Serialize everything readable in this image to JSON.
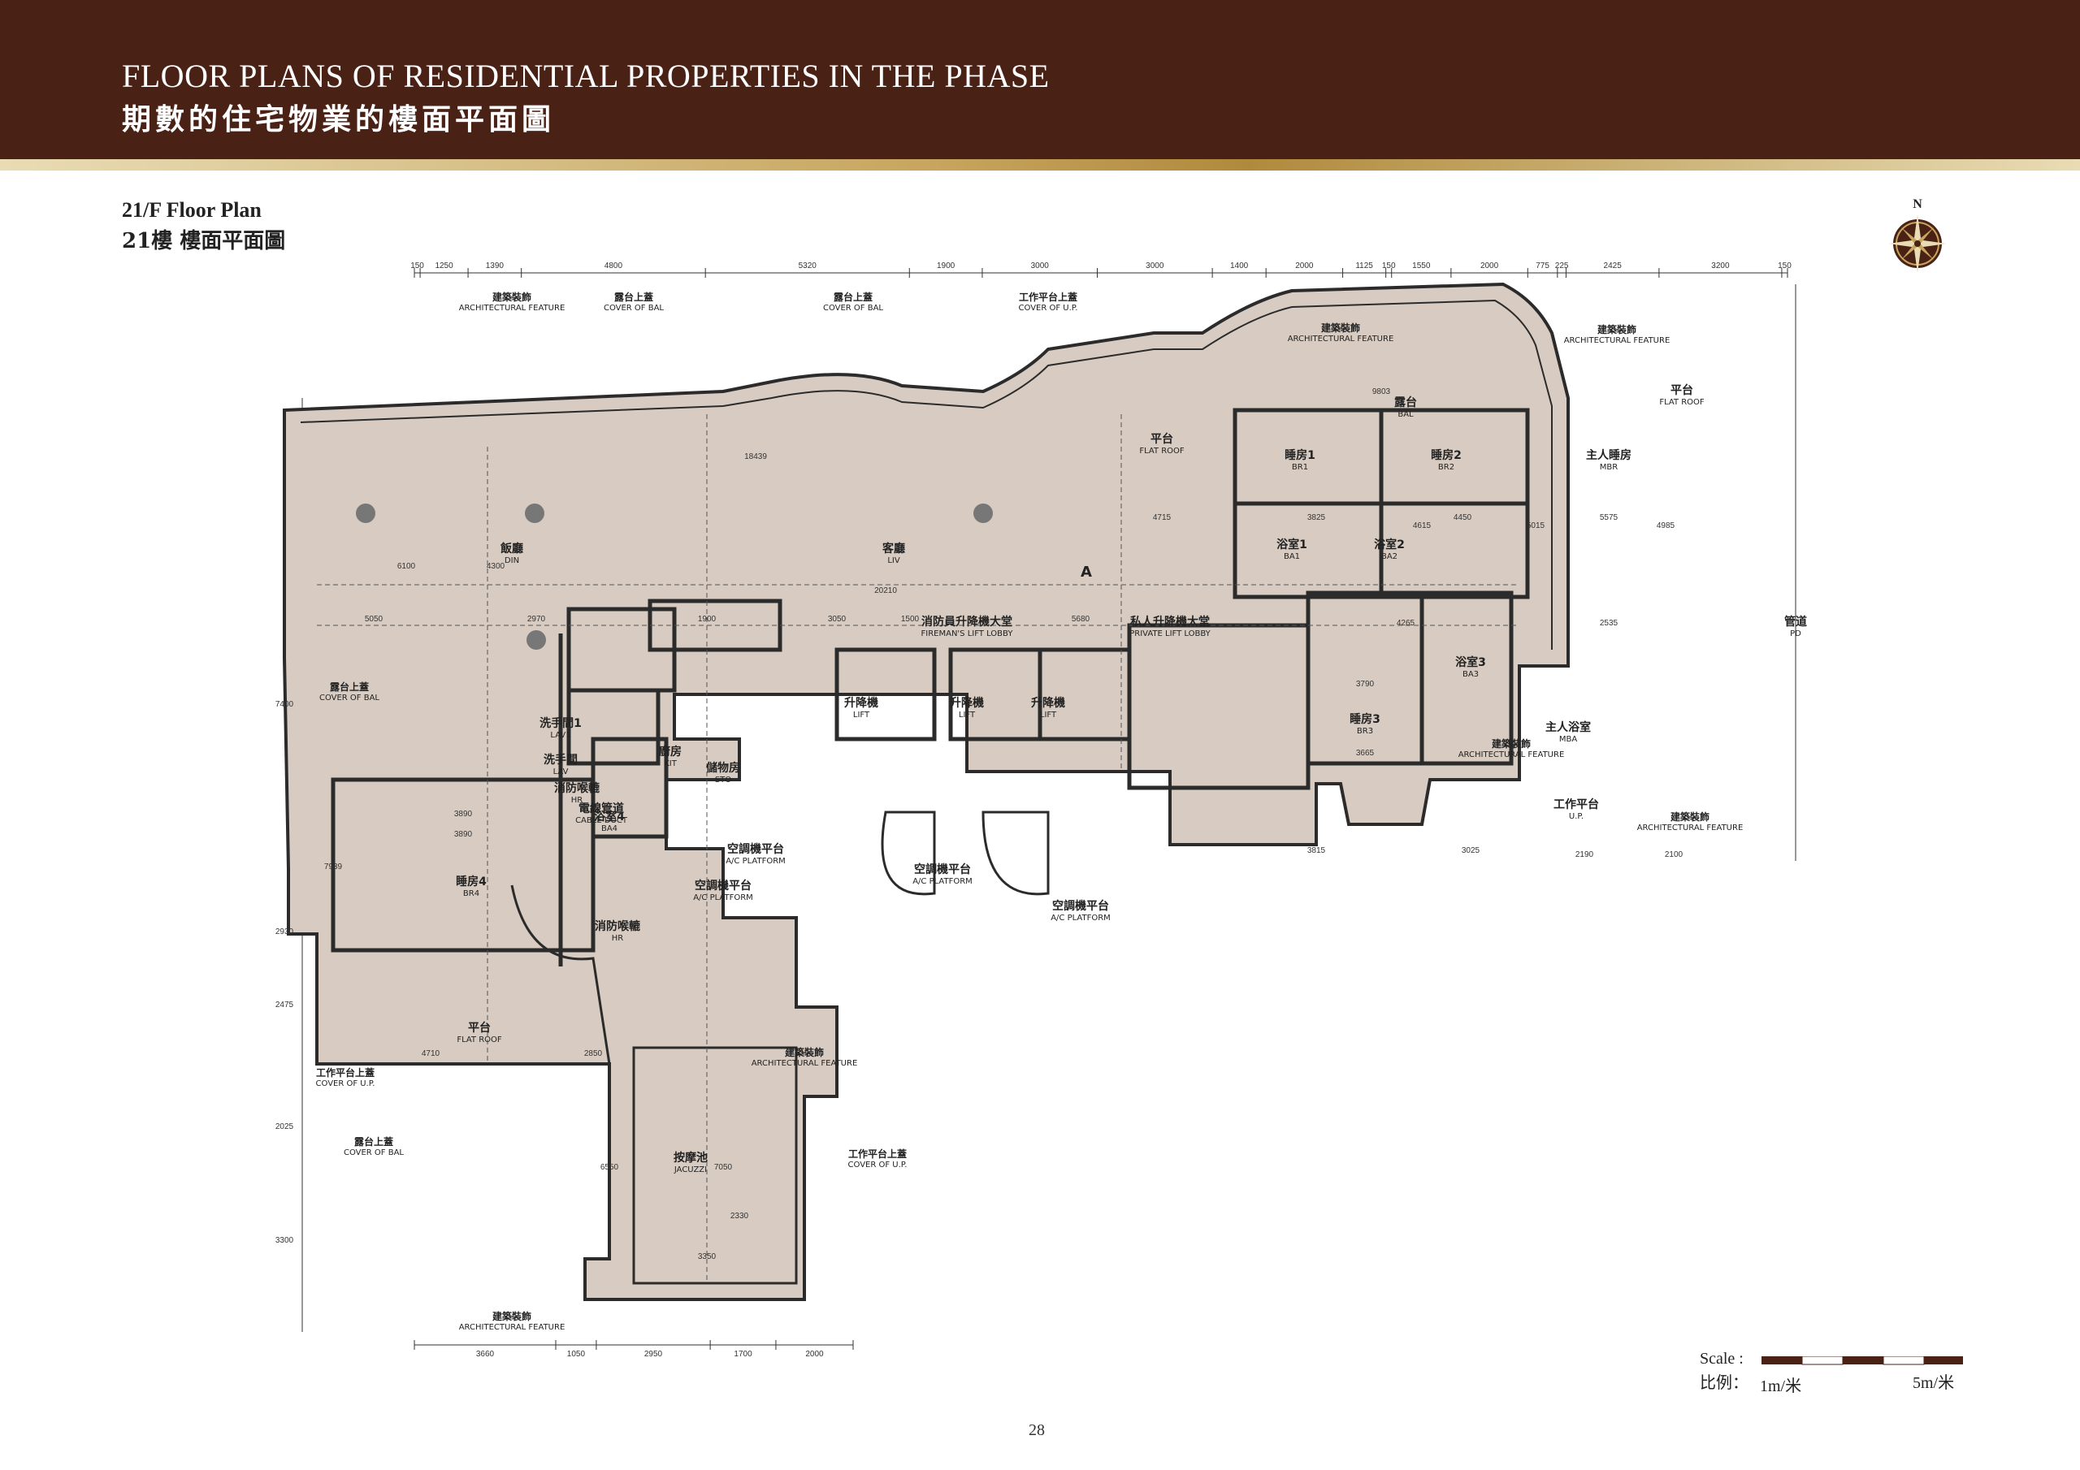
{
  "header": {
    "title_en": "FLOOR PLANS OF RESIDENTIAL PROPERTIES IN THE PHASE",
    "title_zh": "期數的住宅物業的樓面平面圖"
  },
  "plan": {
    "title_en": "21/F Floor Plan",
    "title_zh": "21樓 樓面平面圖",
    "compass_label": "N",
    "unit_label": "A",
    "rooms": [
      {
        "zh": "飯廳",
        "en": "DIN"
      },
      {
        "zh": "客廳",
        "en": "LIV"
      },
      {
        "zh": "睡房1",
        "en": "BR1"
      },
      {
        "zh": "睡房2",
        "en": "BR2"
      },
      {
        "zh": "主人睡房",
        "en": "MBR"
      },
      {
        "zh": "浴室1",
        "en": "BA1"
      },
      {
        "zh": "浴室2",
        "en": "BA2"
      },
      {
        "zh": "浴室3",
        "en": "BA3"
      },
      {
        "zh": "睡房3",
        "en": "BR3"
      },
      {
        "zh": "主人浴室",
        "en": "MBA"
      },
      {
        "zh": "睡房4",
        "en": "BR4"
      },
      {
        "zh": "浴室4",
        "en": "BA4"
      },
      {
        "zh": "廚房",
        "en": "KIT"
      },
      {
        "zh": "儲物房",
        "en": "STO"
      },
      {
        "zh": "洗手間1",
        "en": "LAV1"
      },
      {
        "zh": "洗手間",
        "en": "LAV"
      },
      {
        "zh": "按摩池",
        "en": "JACUZZI"
      },
      {
        "zh": "私人升降機大堂",
        "en": "PRIVATE LIFT LOBBY"
      },
      {
        "zh": "消防員升降機大堂",
        "en": "FIREMAN'S LIFT LOBBY"
      },
      {
        "zh": "升降機",
        "en": "LIFT"
      },
      {
        "zh": "升降機",
        "en": "LIFT"
      },
      {
        "zh": "升降機",
        "en": "LIFT"
      },
      {
        "zh": "消防喉轆",
        "en": "HR"
      },
      {
        "zh": "電線管道",
        "en": "CABLE DUCT"
      },
      {
        "zh": "管道",
        "en": "PD"
      },
      {
        "zh": "平台",
        "en": "FLAT ROOF"
      },
      {
        "zh": "平台",
        "en": "FLAT ROOF"
      },
      {
        "zh": "平台",
        "en": "FLAT ROOF"
      },
      {
        "zh": "露台",
        "en": "BAL"
      },
      {
        "zh": "工作平台",
        "en": "U.P."
      },
      {
        "zh": "空調機平台",
        "en": "A/C PLATFORM"
      },
      {
        "zh": "空調機平台",
        "en": "A/C PLATFORM"
      },
      {
        "zh": "空調機平台",
        "en": "A/C PLATFORM"
      },
      {
        "zh": "空調機平台",
        "en": "A/C PLATFORM"
      },
      {
        "zh": "消防喉轆",
        "en": "HR"
      }
    ],
    "callouts": [
      {
        "zh": "建築裝飾",
        "en": "ARCHITECTURAL FEATURE"
      },
      {
        "zh": "露台上蓋",
        "en": "COVER OF BAL"
      },
      {
        "zh": "露台上蓋",
        "en": "COVER OF BAL"
      },
      {
        "zh": "工作平台上蓋",
        "en": "COVER OF U.P."
      },
      {
        "zh": "建築裝飾",
        "en": "ARCHITECTURAL FEATURE"
      },
      {
        "zh": "建築裝飾",
        "en": "ARCHITECTURAL FEATURE"
      },
      {
        "zh": "露台上蓋",
        "en": "COVER OF BAL"
      },
      {
        "zh": "工作平台上蓋",
        "en": "COVER OF U.P."
      },
      {
        "zh": "露台上蓋",
        "en": "COVER OF BAL"
      },
      {
        "zh": "建築裝飾",
        "en": "ARCHITECTURAL FEATURE"
      },
      {
        "zh": "工作平台上蓋",
        "en": "COVER OF U.P."
      },
      {
        "zh": "建築裝飾",
        "en": "ARCHITECTURAL FEATURE"
      },
      {
        "zh": "建築裝飾",
        "en": "ARCHITECTURAL FEATURE"
      },
      {
        "zh": "建築裝飾",
        "en": "ARCHITECTURAL FEATURE"
      }
    ],
    "top_dimensions": [
      "150",
      "1250",
      "1390",
      "4800",
      "5320",
      "1900",
      "3000",
      "3000",
      "1400",
      "2000",
      "1125",
      "150",
      "1550",
      "2000",
      "775",
      "225",
      "2425",
      "3200",
      "150"
    ],
    "bottom_dimensions": [
      "3660",
      "1050",
      "2950",
      "1700",
      "2000"
    ],
    "other_dimensions": [
      "20210",
      "5050",
      "2970",
      "1900",
      "3050",
      "1500",
      "5680",
      "18439",
      "9803",
      "4450",
      "5575",
      "3825",
      "3790",
      "3665",
      "3890",
      "3890",
      "4710",
      "2850",
      "3350",
      "2330",
      "3025",
      "3815",
      "4265",
      "2535",
      "2190",
      "2100",
      "6100",
      "6550",
      "7050",
      "4300",
      "4715",
      "4615",
      "5015",
      "4985",
      "7400",
      "2930",
      "7939",
      "2475",
      "2025",
      "3300"
    ]
  },
  "scale": {
    "label_en": "Scale :",
    "label_zh": "比例：",
    "mark_1": "1m/米",
    "mark_5": "5m/米"
  },
  "page_number": "28",
  "colors": {
    "header_bg": "#4a2115",
    "gold": "#c7a55e",
    "floor_fill": "#d8ccc2",
    "wall": "#2b2b2b"
  }
}
